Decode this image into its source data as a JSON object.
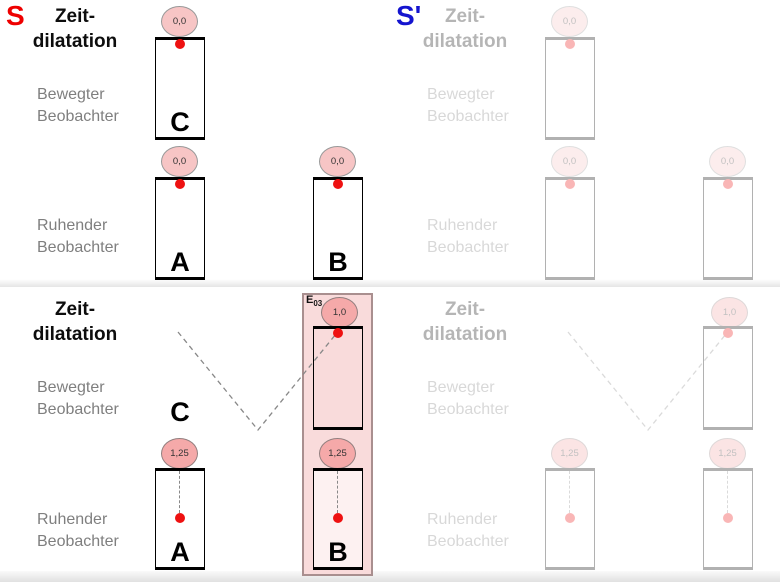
{
  "shared": {
    "title_line1": "Zeit-",
    "title_line2": "dilatation",
    "moving_observer_line1": "Bewegter",
    "moving_observer_line2": "Beobachter",
    "resting_observer_line1": "Ruhender",
    "resting_observer_line2": "Beobachter"
  },
  "frame_s": {
    "label": "S"
  },
  "frame_s_prime": {
    "label": "S'"
  },
  "clocks": {
    "moving_label": "C",
    "rest_a_label": "A",
    "rest_b_label": "B"
  },
  "state_initial": {
    "moving_clock_time": "0,0",
    "rest_clock_a_time": "0,0",
    "rest_clock_b_time": "0,0"
  },
  "state_later": {
    "moving_clock_time": "1,0",
    "rest_clock_a_time": "1,25",
    "rest_clock_b_time": "1,25"
  },
  "event_marker": {
    "base": "E",
    "subscript": "03"
  },
  "colors": {
    "accent-s": "#ee0000",
    "accent-s-prime": "#1414cf",
    "photon": "#ee1111",
    "face-t0": "#f7c5c5",
    "face-t1": "#f5a9a9",
    "hl-fill": "#f9dbdb",
    "hl-border": "#a98f8f",
    "text-gray": "#7f7f7f"
  }
}
